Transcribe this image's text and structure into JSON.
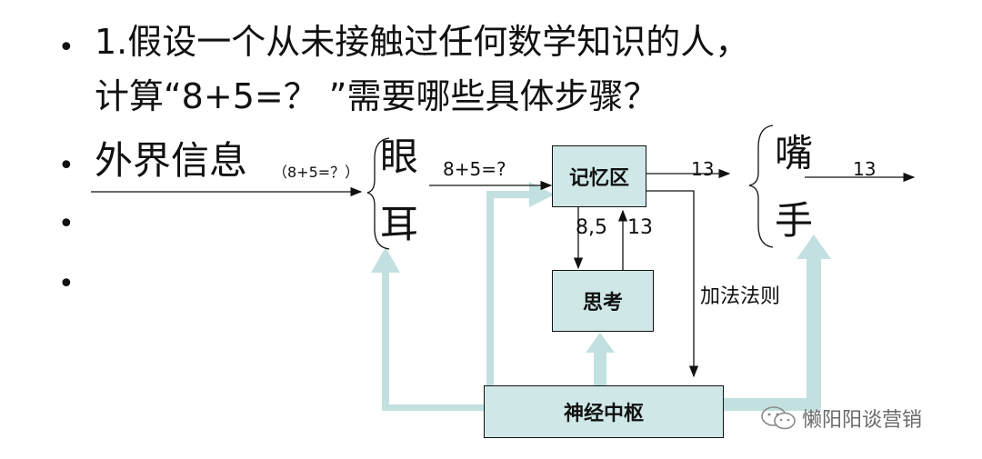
{
  "question_line1": "1.假设一个从未接触过任何数学知识的人，",
  "question_line2": "计算“8+5=？ ”需要哪些具体步骤？",
  "bullets": [
    "•",
    "•",
    "•",
    "•"
  ],
  "external_info": "外界信息",
  "external_info_sub": "（8+5=？）",
  "eye": "眼",
  "ear": "耳",
  "input_label": "8+5=?",
  "memory": "记忆区",
  "output_label": "13",
  "mouth": "嘴",
  "hand": "手",
  "final_output": "13",
  "down_label": "8,5",
  "up_label": "13",
  "thinking": "思考",
  "addition_rule": "加法法则",
  "central_nervous": "神经中枢",
  "watermark": "懒阳阳谈营销",
  "colors": {
    "arrow_fill": "#c2e0e0",
    "box_fill": "#cfe7e7"
  }
}
